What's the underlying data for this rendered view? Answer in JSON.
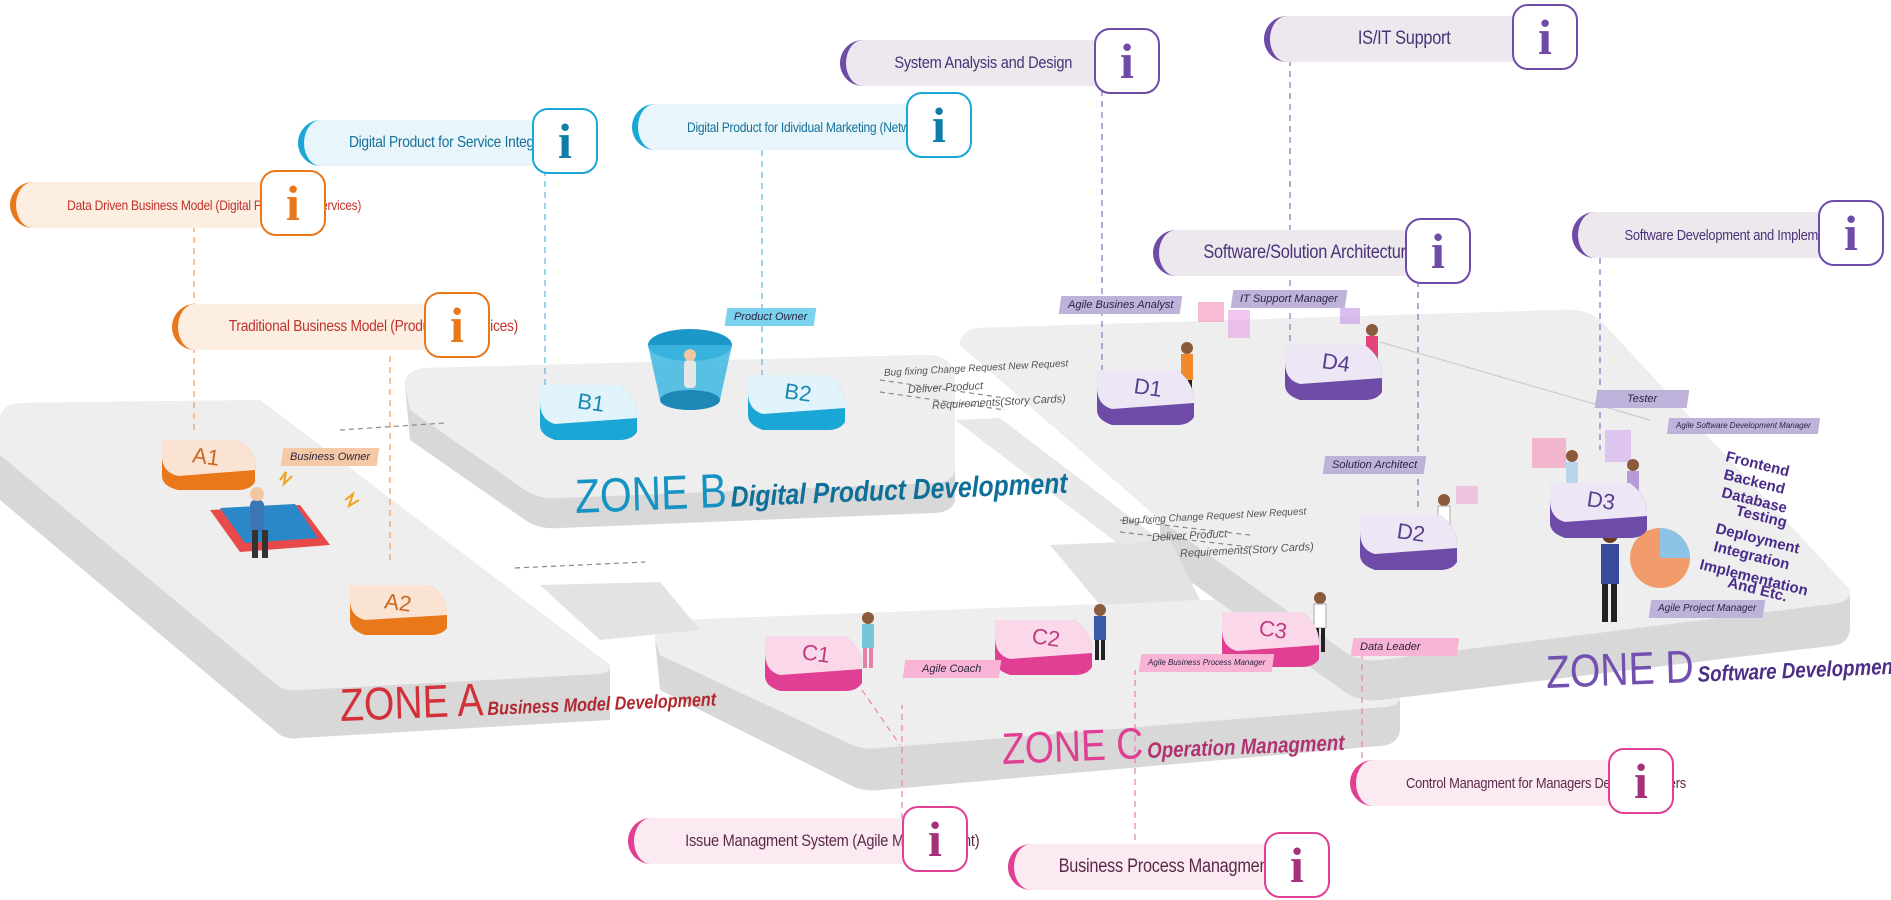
{
  "colors": {
    "zone_a": "#e8781a",
    "zone_b": "#1aa7d6",
    "zone_c": "#e03f93",
    "zone_d": "#6f4ba8",
    "platform": "#eeeeee",
    "platform_edge": "#d9d9d9"
  },
  "zones": {
    "a": {
      "name": "ZONE A",
      "subtitle": "Business Model Development"
    },
    "b": {
      "name": "ZONE B",
      "subtitle": "Digital Product Development"
    },
    "c": {
      "name": "ZONE C",
      "subtitle": "Operation Managment"
    },
    "d": {
      "name": "ZONE D",
      "subtitle": "Software Development"
    }
  },
  "info_boxes": {
    "data_driven": {
      "label": "Data Driven Business Model (Digital Products & Services)",
      "icon": "info-icon"
    },
    "traditional": {
      "label": "Traditional Business Model (Products & Services)",
      "icon": "info-icon"
    },
    "service_integration": {
      "label": "Digital Product for Service Integration",
      "icon": "info-icon"
    },
    "individual_marketing": {
      "label": "Digital Product for Idividual Marketing (Network Size)",
      "icon": "info-icon"
    },
    "system_analysis": {
      "label": "System Analysis and Design",
      "icon": "info-icon"
    },
    "is_it_support": {
      "label": "IS/IT Support",
      "icon": "info-icon"
    },
    "solution_architecture": {
      "label": "Software/Solution Architecture",
      "icon": "info-icon"
    },
    "software_development": {
      "label": "Software Development and Implementation",
      "icon": "info-icon"
    },
    "control_managment": {
      "label": "Control Managment for Managers Decision Makers",
      "icon": "info-icon"
    },
    "issue_managment": {
      "label": "Issue Managment System (Agile Management)",
      "icon": "info-icon"
    },
    "business_process": {
      "label": "Business Process Managment",
      "icon": "info-icon"
    }
  },
  "blocks": {
    "a1": "A1",
    "a2": "A2",
    "b1": "B1",
    "b2": "B2",
    "c1": "C1",
    "c2": "C2",
    "c3": "C3",
    "d1": "D1",
    "d2": "D2",
    "d3": "D3",
    "d4": "D4"
  },
  "roles": {
    "business_owner": "Business Owner",
    "product_owner": "Product Owner",
    "agile_business_analyst": "Agile Busines Analyst",
    "it_support_manager": "IT Support Manager",
    "solution_architect": "Solution Architect",
    "tester": "Tester",
    "agile_software_development_manager": "Agile Software Development Manager",
    "agile_project_manager": "Agile Project Manager",
    "agile_coach": "Agile Coach",
    "agile_business_process_manager": "Agile Business Process Manager",
    "data_leader": "Data Leader"
  },
  "flows": {
    "upper": {
      "bug": "Bug  fixing Change Request New Request",
      "deliver": "Deliver Product",
      "requirements": "Requirements(Story Cards)"
    },
    "lower": {
      "bug": "Bug  fixing Change Request New Request",
      "deliver": "Deliver Product",
      "requirements": "Requirements(Story Cards)"
    }
  },
  "tech_stack": [
    "Frontend",
    "Backend",
    "Database",
    "Testing",
    "Deployment",
    "Integration",
    "Implementation",
    "And  Etc."
  ]
}
